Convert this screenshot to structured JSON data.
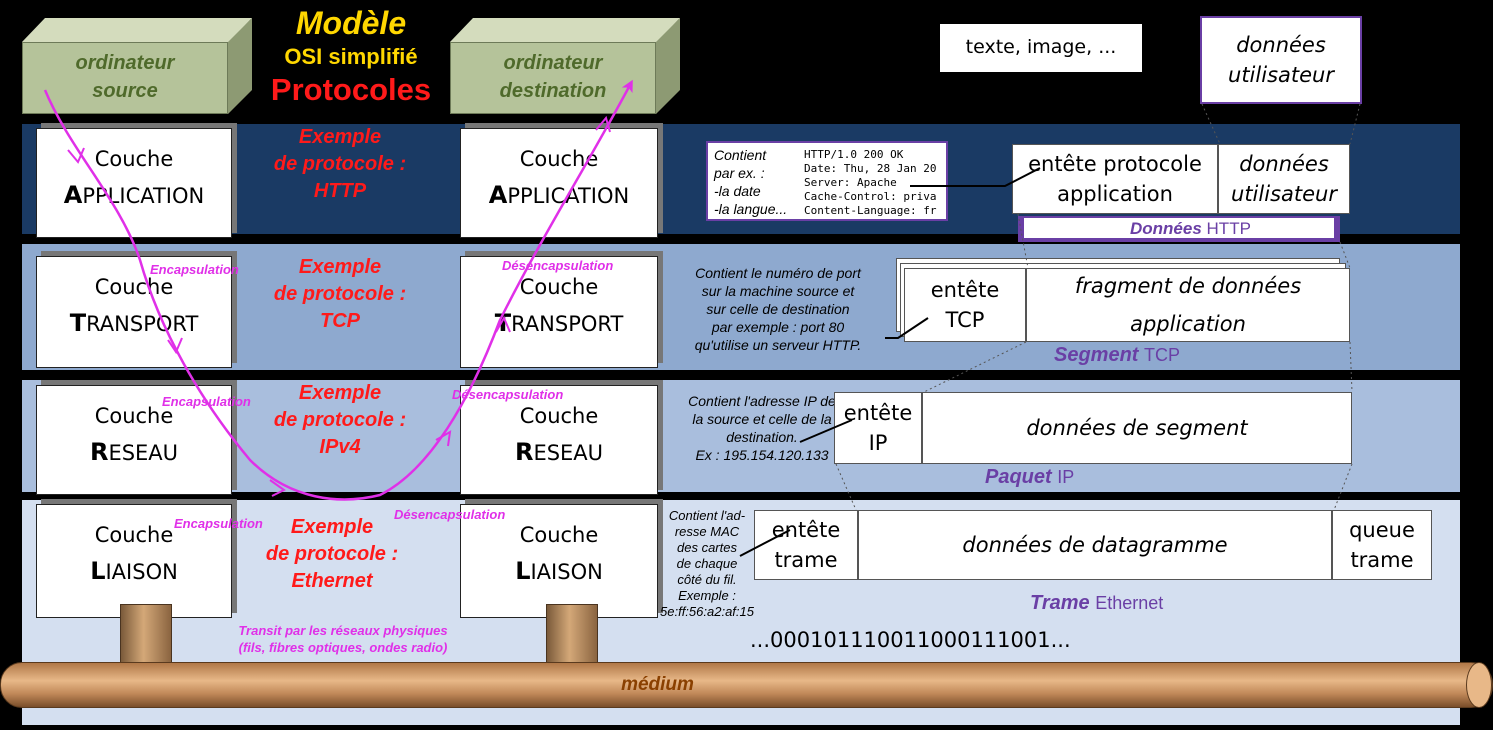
{
  "title": {
    "line1": "Modèle",
    "line2": "OSI simplifié",
    "line3": "Protocoles"
  },
  "computers": {
    "source": {
      "line1": "ordinateur",
      "line2": "source"
    },
    "destination": {
      "line1": "ordinateur",
      "line2": "destination"
    }
  },
  "layers": [
    {
      "prefix": "Couche",
      "initial": "A",
      "rest": "PPLICATION",
      "protocol_line1": "Exemple",
      "protocol_line2": "de protocole :",
      "protocol_name": "HTTP"
    },
    {
      "prefix": "Couche",
      "initial": "T",
      "rest": "RANSPORT",
      "protocol_line1": "Exemple",
      "protocol_line2": "de protocole :",
      "protocol_name": "TCP"
    },
    {
      "prefix": "Couche",
      "initial": "R",
      "rest": "ESEAU",
      "protocol_line1": "Exemple",
      "protocol_line2": "de protocole :",
      "protocol_name": "IPv4"
    },
    {
      "prefix": "Couche",
      "initial": "L",
      "rest": "IAISON",
      "protocol_line1": "Exemple",
      "protocol_line2": "de protocole :",
      "protocol_name": "Ethernet"
    }
  ],
  "labels": {
    "encapsulation": "Encapsulation",
    "decapsulation": "Désencapsulation",
    "transit_line1": "Transit par les réseaux physiques",
    "transit_line2": "(fils, fibres optiques, ondes radio)",
    "medium": "médium",
    "bits": "...0001011100110001110 01...",
    "bits_exact": "...000101110011000111001..."
  },
  "user_data": {
    "top_text": "texte, image, ...",
    "box_line1": "données",
    "box_line2": "utilisateur"
  },
  "http": {
    "note_lines": [
      "Contient",
      "par ex. :",
      "-la date",
      "-la langue..."
    ],
    "header_lines": [
      "HTTP/1.0 200 OK",
      "Date: Thu, 28 Jan 20",
      "Server: Apache",
      "Cache-Control: priva",
      "Content-Language: fr"
    ],
    "header_line1": "entête protocole",
    "header_line2": "application",
    "data_line1": "données",
    "data_line2": "utilisateur",
    "pdu_name": "Données",
    "pdu_proto": "HTTP"
  },
  "tcp": {
    "note_lines": [
      "Contient le numéro de port",
      "sur la machine source et",
      "sur celle de destination",
      "par exemple : port 80",
      "qu'utilise un serveur HTTP."
    ],
    "header_line1": "entête",
    "header_line2": "TCP",
    "data_line1": "fragment de données",
    "data_line2": "application",
    "pdu_name": "Segment",
    "pdu_proto": "TCP"
  },
  "ip": {
    "note_lines": [
      "Contient l'adresse IP de",
      "la source et celle de la",
      "destination.",
      "Ex : 195.154.120.133"
    ],
    "header_line1": "entête",
    "header_line2": "IP",
    "data": "données de segment",
    "pdu_name": "Paquet",
    "pdu_proto": "IP"
  },
  "eth": {
    "note_lines": [
      "Contient l'ad-",
      "resse MAC",
      "des cartes",
      "de chaque",
      "côté du fil.",
      "Exemple :",
      "5e:ff:56:a2:af:15"
    ],
    "header_line1": "entête",
    "header_line2": "trame",
    "data": "données de datagramme",
    "trailer_line1": "queue",
    "trailer_line2": "trame",
    "pdu_name": "Trame",
    "pdu_proto": "Ethernet"
  },
  "colors": {
    "band_application": "#1a3a64",
    "band_transport": "#8ea9cf",
    "band_reseau": "#a9bedd",
    "band_liaison": "#d4dff0",
    "protocol_red": "#ff1a1a",
    "arrow_magenta": "#e030e8",
    "pdu_purple": "#6a3fa5",
    "title_yellow": "#ffd700"
  }
}
